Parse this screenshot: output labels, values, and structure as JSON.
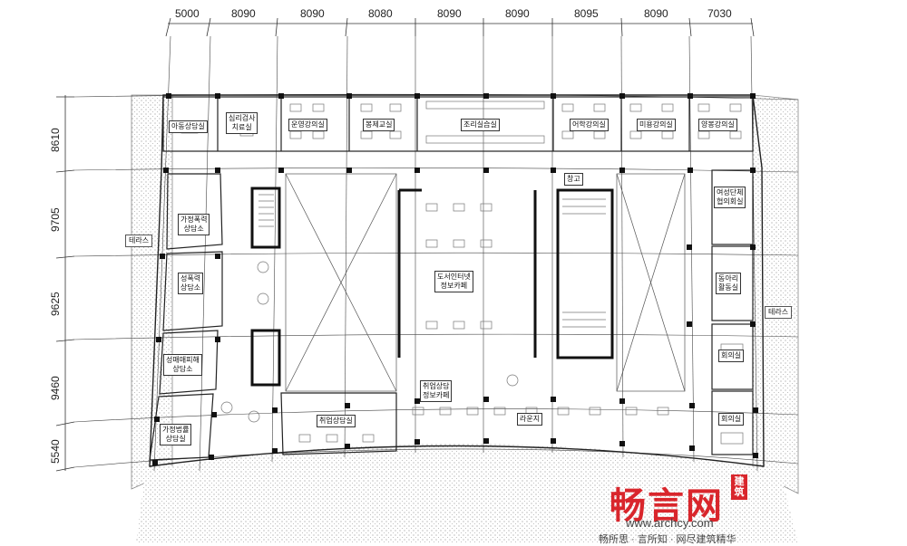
{
  "dimensions": {
    "horizontal": [
      "5000",
      "8090",
      "8090",
      "8080",
      "8090",
      "8090",
      "8095",
      "8090",
      "7030"
    ],
    "vertical": [
      "8610",
      "9705",
      "9625",
      "9460",
      "5540"
    ]
  },
  "rooms": {
    "r1": "아동상담실",
    "r2": "심리검사\n치료실",
    "r3": "운영강의실",
    "r4": "봉제교실",
    "r5": "조리실습실",
    "r6": "어학강의실",
    "r7": "미용강의실",
    "r8": "양봉강의실",
    "r9": "창고",
    "r10": "여성단체\n협의회실",
    "r11": "테라스",
    "r12": "가정폭력\n상담소",
    "r13": "성폭력\n상담소",
    "r14": "동아리\n활동실",
    "r15": "테라스",
    "r16": "성매매피해\n상담소",
    "r17": "회의실",
    "r18": "도서인터넷\n정보카페",
    "r19": "취업상담\n정보카페",
    "r20": "가정법률\n상담실",
    "r21": "취업상담실",
    "r22": "라운지",
    "r23": "회의실"
  },
  "watermark": {
    "brand": "畅言网",
    "badge": "建筑",
    "url": "www.archcy.com",
    "slogan": "畅所思 · 言所知 · 网尽建筑精华"
  }
}
